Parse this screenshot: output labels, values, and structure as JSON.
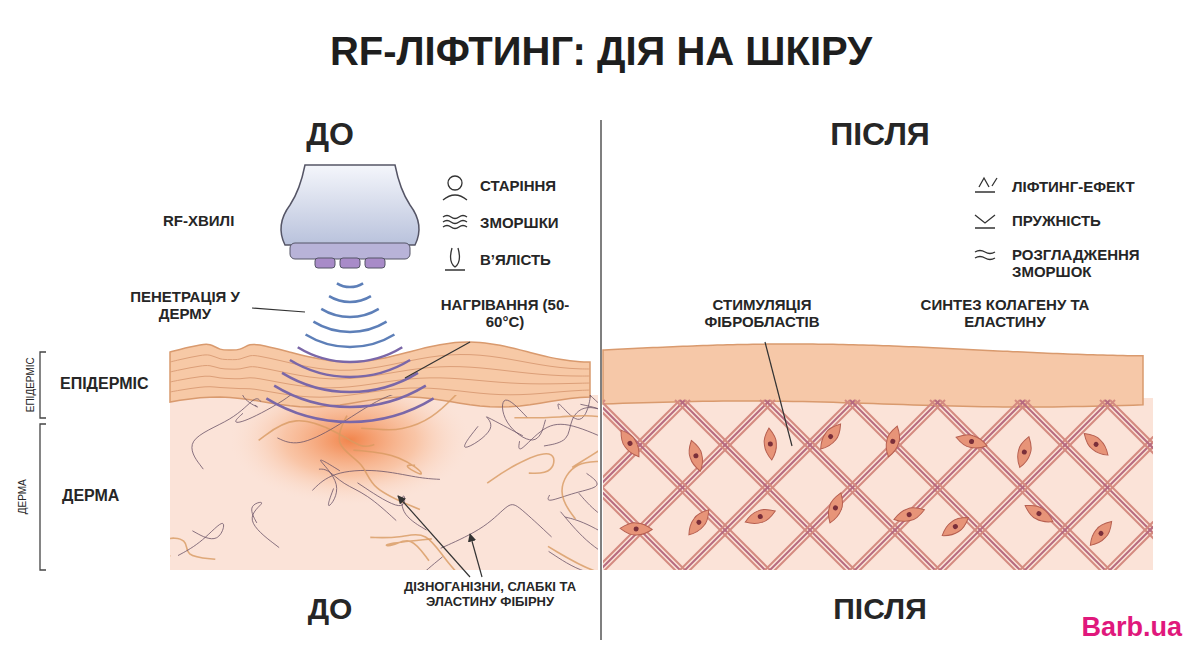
{
  "diagram": {
    "title": "RF-ЛІФТИНГ: ДІЯ НА ШКІРУ",
    "labels": [
      "ДО",
      "ПІСЛЯ",
      "RF-ХВИЛІ",
      "СТАРІННЯ",
      "ЗМОРШКИ",
      "В’ЯЛІСТЬ",
      "ПЕНЕТРАЦІЯ У ДЕРМУ",
      "НАГРІВАННЯ (50-60°C)",
      "ЕПІДЕРМІС",
      "ЕПІДЕРМІС",
      "ДЕРМА",
      "ДЕРМА",
      "ДІЗНОГАНІЗНИ, СЛАБКІ ТА ЭЛАСТИНУ ФІБІРНУ",
      "ДО",
      "ПІСЛЯ",
      "ЛІФТИНГ-ЕФЕКТ",
      "ПРУЖНІСТЬ",
      "РОЗГЛАДЖЕННЯ ЗМОРШОК",
      "СТИМУЛЯЦІЯ ФІБРОБЛАСТІВ",
      "СИНТЕЗ КОЛАГЕНУ ТА ЕЛАСТИНУ",
      "Barb.ua"
    ]
  }
}
